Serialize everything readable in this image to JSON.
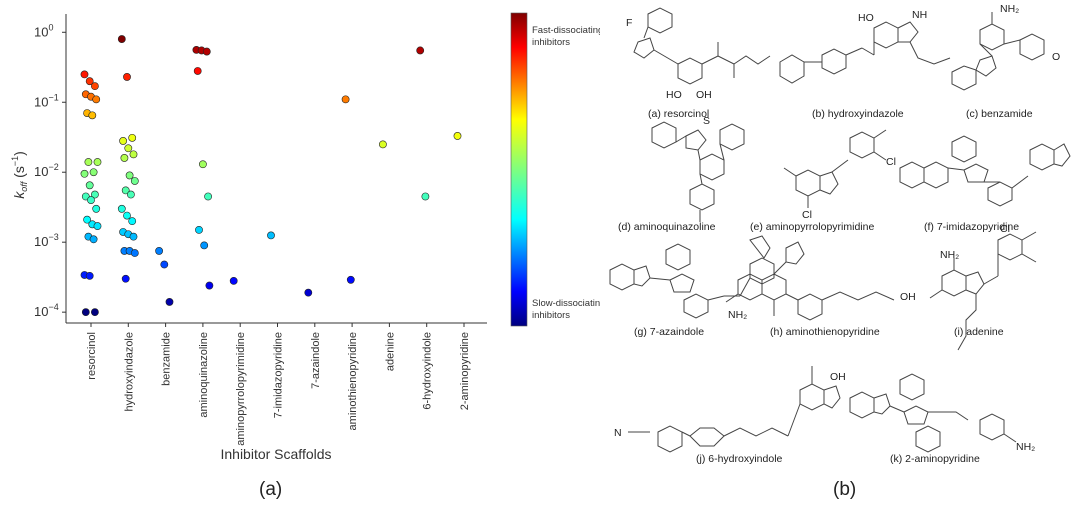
{
  "chart_data": {
    "type": "scatter",
    "xlabel": "Inhibitor Scaffolds",
    "ylabel_main": "k",
    "ylabel_sub": "off",
    "ylabel_unit": " (s",
    "ylabel_exp": "−1",
    "ylabel_close": ")",
    "yscale": "log",
    "ylim": [
      7e-05,
      1.6
    ],
    "yticks": [
      {
        "value": 1,
        "base": "10",
        "exp": "0"
      },
      {
        "value": 0.1,
        "base": "10",
        "exp": "−1"
      },
      {
        "value": 0.01,
        "base": "10",
        "exp": "−2"
      },
      {
        "value": 0.001,
        "base": "10",
        "exp": "−3"
      },
      {
        "value": 0.0001,
        "base": "10",
        "exp": "−4"
      }
    ],
    "categories": [
      "resorcinol",
      "hydroxyindazole",
      "benzamide",
      "aminoquinazoline",
      "aminopyrrolopyrimidine",
      "7-imidazopyridine",
      "7-azaindole",
      "aminothienopyridine",
      "adenine",
      "6-hydroxyindole",
      "2-aminopyridine"
    ],
    "series": [
      {
        "category": "resorcinol",
        "values": [
          0.25,
          0.2,
          0.17,
          0.13,
          0.12,
          0.11,
          0.07,
          0.065,
          0.014,
          0.014,
          0.01,
          0.0095,
          0.0065,
          0.0048,
          0.0045,
          0.004,
          0.003,
          0.0021,
          0.0018,
          0.0017,
          0.0012,
          0.0011,
          0.00034,
          0.00033,
          0.0001,
          0.0001
        ]
      },
      {
        "category": "hydroxyindazole",
        "values": [
          0.8,
          0.23,
          0.031,
          0.028,
          0.022,
          0.018,
          0.016,
          0.009,
          0.0075,
          0.0055,
          0.0048,
          0.003,
          0.0024,
          0.002,
          0.0014,
          0.0013,
          0.0012,
          0.00075,
          0.00075,
          0.0007,
          0.0003
        ]
      },
      {
        "category": "benzamide",
        "values": [
          0.00075,
          0.00048,
          0.00014
        ]
      },
      {
        "category": "aminoquinazoline",
        "values": [
          0.56,
          0.55,
          0.53,
          0.28,
          0.013,
          0.0045,
          0.0015,
          0.0009,
          0.00024
        ]
      },
      {
        "category": "aminopyrrolopyrimidine",
        "values": [
          0.00028
        ]
      },
      {
        "category": "7-imidazopyridine",
        "values": [
          0.00125
        ]
      },
      {
        "category": "7-azaindole",
        "values": [
          0.00019
        ]
      },
      {
        "category": "aminothienopyridine",
        "values": [
          0.11,
          0.00029
        ]
      },
      {
        "category": "adenine",
        "values": [
          0.025
        ]
      },
      {
        "category": "6-hydroxyindole",
        "values": [
          0.55,
          0.0045
        ]
      },
      {
        "category": "2-aminopyridine",
        "values": [
          0.033
        ]
      }
    ],
    "colorbar": {
      "colormap": "jet",
      "top_label_1": "Fast-dissociating",
      "top_label_2": "inhibitors",
      "bottom_label_1": "Slow-dissociating",
      "bottom_label_2": "inhibitors"
    }
  },
  "panel_labels": {
    "a": "(a)",
    "b": "(b)"
  },
  "structures": [
    {
      "id": "a",
      "caption": "(a) resorcinol"
    },
    {
      "id": "b",
      "caption": "(b) hydroxyindazole"
    },
    {
      "id": "c",
      "caption": "(c) benzamide"
    },
    {
      "id": "d",
      "caption": "(d) aminoquinazoline"
    },
    {
      "id": "e",
      "caption": "(e) aminopyrrolopyrimidine"
    },
    {
      "id": "f",
      "caption": "(f) 7-imidazopyridine"
    },
    {
      "id": "g",
      "caption": "(g) 7-azaindole"
    },
    {
      "id": "h",
      "caption": "(h) aminothienopyridine"
    },
    {
      "id": "i",
      "caption": "(i) adenine"
    },
    {
      "id": "j",
      "caption": "(j) 6-hydroxyindole"
    },
    {
      "id": "k",
      "caption": "(k) 2-aminopyridine"
    }
  ],
  "atom_labels": {
    "cl": "Cl",
    "f": "F",
    "oh": "HO",
    "nh": "NH",
    "o": "O",
    "nh2": "NH₂",
    "n": "N",
    "s": "S",
    "oh2": "OH"
  }
}
